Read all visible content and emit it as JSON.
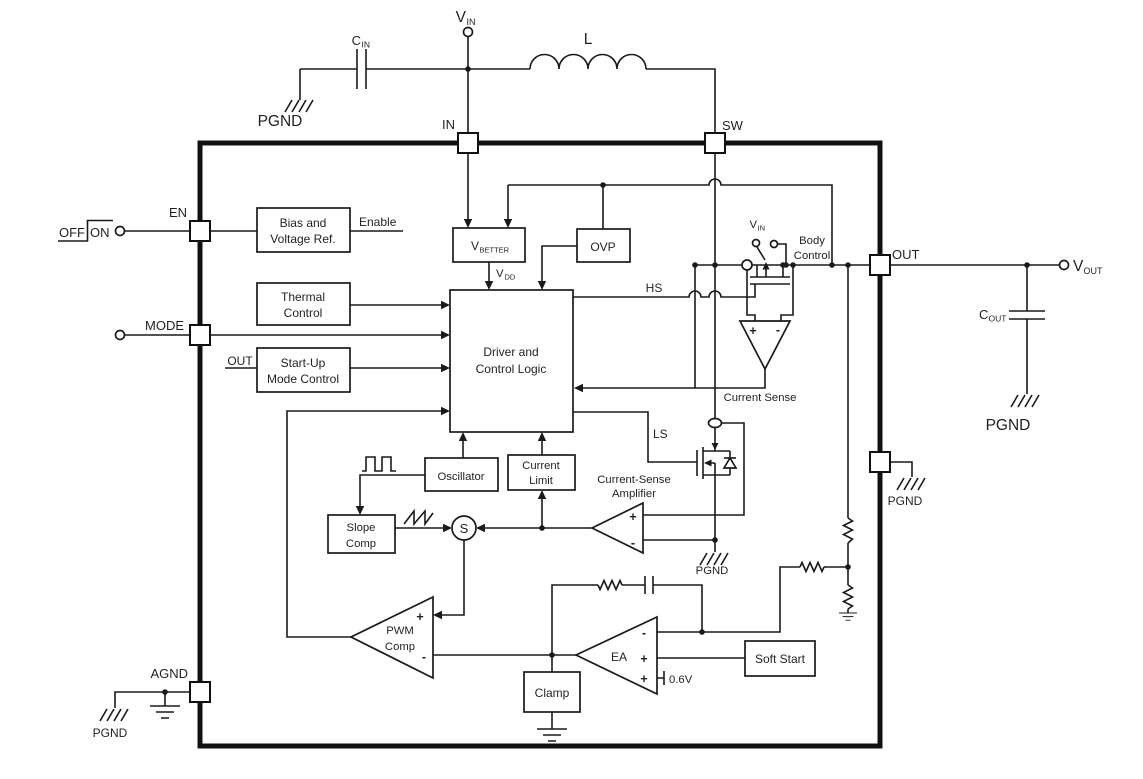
{
  "external": {
    "vin_label": {
      "v": "V",
      "sub": "IN"
    },
    "cin_label": {
      "c": "C",
      "sub": "IN"
    },
    "inductor_label": "L",
    "pgnd_input": "PGND",
    "enable_switch": {
      "off": "OFF",
      "on": "ON"
    },
    "vout_label": {
      "v": "V",
      "sub": "OUT"
    },
    "cout_label": {
      "c": "C",
      "sub": "OUT"
    },
    "pgnd_output": "PGND",
    "pgnd_right_pin": "PGND",
    "pgnd_agnd": "PGND"
  },
  "pins": {
    "in": "IN",
    "sw": "SW",
    "en": "EN",
    "mode": "MODE",
    "agnd": "AGND",
    "out": "OUT"
  },
  "blocks": {
    "bias_voltage_ref": {
      "line1": "Bias and",
      "line2": "Voltage Ref."
    },
    "thermal_control": {
      "line1": "Thermal",
      "line2": "Control"
    },
    "startup_mode_control": {
      "line1": "Start-Up",
      "line2": "Mode Control"
    },
    "driver_control_logic": {
      "line1": "Driver and",
      "line2": "Control Logic"
    },
    "vbetter": {
      "v": "V",
      "sub": "BETTER"
    },
    "ovp": "OVP",
    "oscillator": "Oscillator",
    "current_limit": {
      "line1": "Current",
      "line2": "Limit"
    },
    "slope_comp": {
      "line1": "Slope",
      "line2": "Comp"
    },
    "pwm_comp": {
      "line1": "PWM",
      "line2": "Comp"
    },
    "error_amp": "EA",
    "clamp": "Clamp",
    "soft_start": "Soft Start",
    "summing_node": "S",
    "current_sense_amplifier": {
      "line1": "Current-Sense",
      "line2": "Amplifier"
    },
    "body_control": {
      "line1": "Body",
      "line2": "Control"
    }
  },
  "signals": {
    "enable": "Enable",
    "vdd": {
      "v": "V",
      "sub": "DD"
    },
    "hs": "HS",
    "ls": "LS",
    "current_sense": "Current Sense",
    "out_stub": "OUT",
    "vin_body": {
      "v": "V",
      "sub": "IN"
    },
    "vref": "0.6V",
    "pgnd_ls": "PGND",
    "plus": "+",
    "minus": "-"
  },
  "colors": {
    "line": "#1a1a1a",
    "text": "#231f20",
    "background": "#ffffff"
  }
}
